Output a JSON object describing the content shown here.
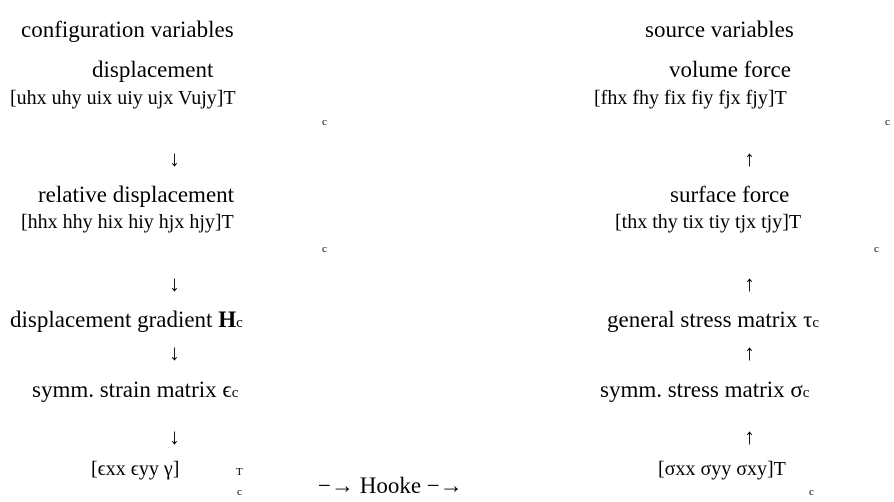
{
  "left": {
    "header": "configuration variables",
    "displacement": {
      "title": "displacement",
      "vector": "[uhx uhy uix uiy ujx Vujy]T",
      "sub": "c"
    },
    "arrow1": "↓",
    "relative": {
      "title": "relative displacement",
      "vector": "[hhx hhy hix hiy hjx hjy]T",
      "sub": "c"
    },
    "arrow2": "↓",
    "gradient": {
      "label": "displacement gradient ",
      "symbol": "H",
      "sub": "c"
    },
    "arrow3": "↓",
    "strain": {
      "label": "symm. strain matrix ",
      "symbol": "ϵ",
      "sub": "c"
    },
    "arrow4": "↓",
    "strain_vector": {
      "vector": "[ϵxx ϵyy γ]",
      "sup": "T",
      "sub": "c"
    }
  },
  "hooke": "−→ Hooke −→",
  "right": {
    "header": "source variables",
    "volume": {
      "title": "volume force",
      "vector": "[fhx fhy fix fiy fjx fjy]T",
      "sub": "c"
    },
    "arrow1": "↑",
    "surface": {
      "title": "surface force",
      "vector": "[thx thy tix tiy tjx tjy]T",
      "sub": "c"
    },
    "arrow2": "↑",
    "general": {
      "label": "general stress matrix ",
      "symbol": "τ",
      "sub": "c"
    },
    "arrow3": "↑",
    "symm": {
      "label": "symm. stress matrix ",
      "symbol": "σ",
      "sub": "c"
    },
    "arrow4": "↑",
    "stress_vector": {
      "vector": "[σxx σyy σxy]T",
      "sub": "c"
    }
  }
}
